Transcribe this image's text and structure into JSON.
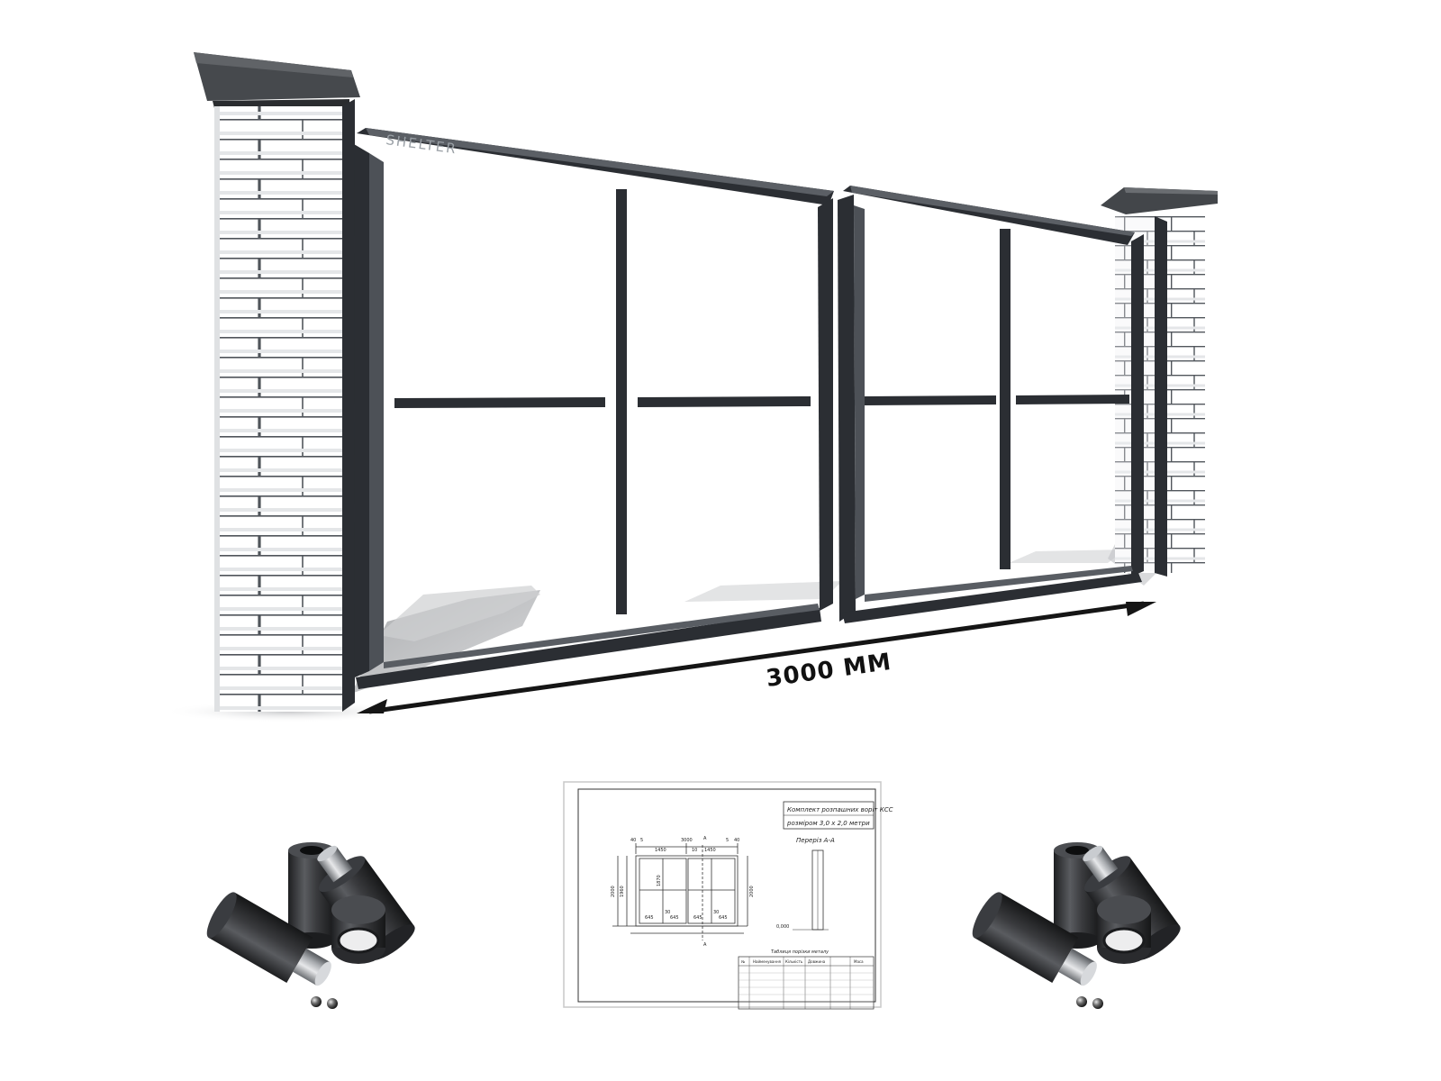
{
  "brand_label": "SHELTER",
  "width_label": "3000 ММ",
  "drawing": {
    "title_line1": "Комплект розпашних воріт КСС",
    "title_line2": "розміром 3,0 х 2,0 метри",
    "section_label": "Переріз А-А",
    "table_title": "Таблиця порізки металу",
    "top_dims": [
      "40",
      "5",
      "1450",
      "3000",
      "10",
      "1450",
      "5",
      "40"
    ],
    "bottom_dims": [
      "645",
      "30",
      "645",
      "645",
      "30",
      "645"
    ],
    "side_dims": [
      "2000",
      "1960",
      "1870",
      "2000"
    ],
    "zero_level": "0,000",
    "cut_marker": "А",
    "table_headers": [
      "№",
      "Найменування",
      "Кількість",
      "Довжина",
      "Маса"
    ]
  },
  "colors": {
    "frame": "#2b2e33",
    "brick": "#ffffff",
    "mortar": "#555a60",
    "cap": "#3a3d41",
    "hinge": "#2f3033"
  }
}
